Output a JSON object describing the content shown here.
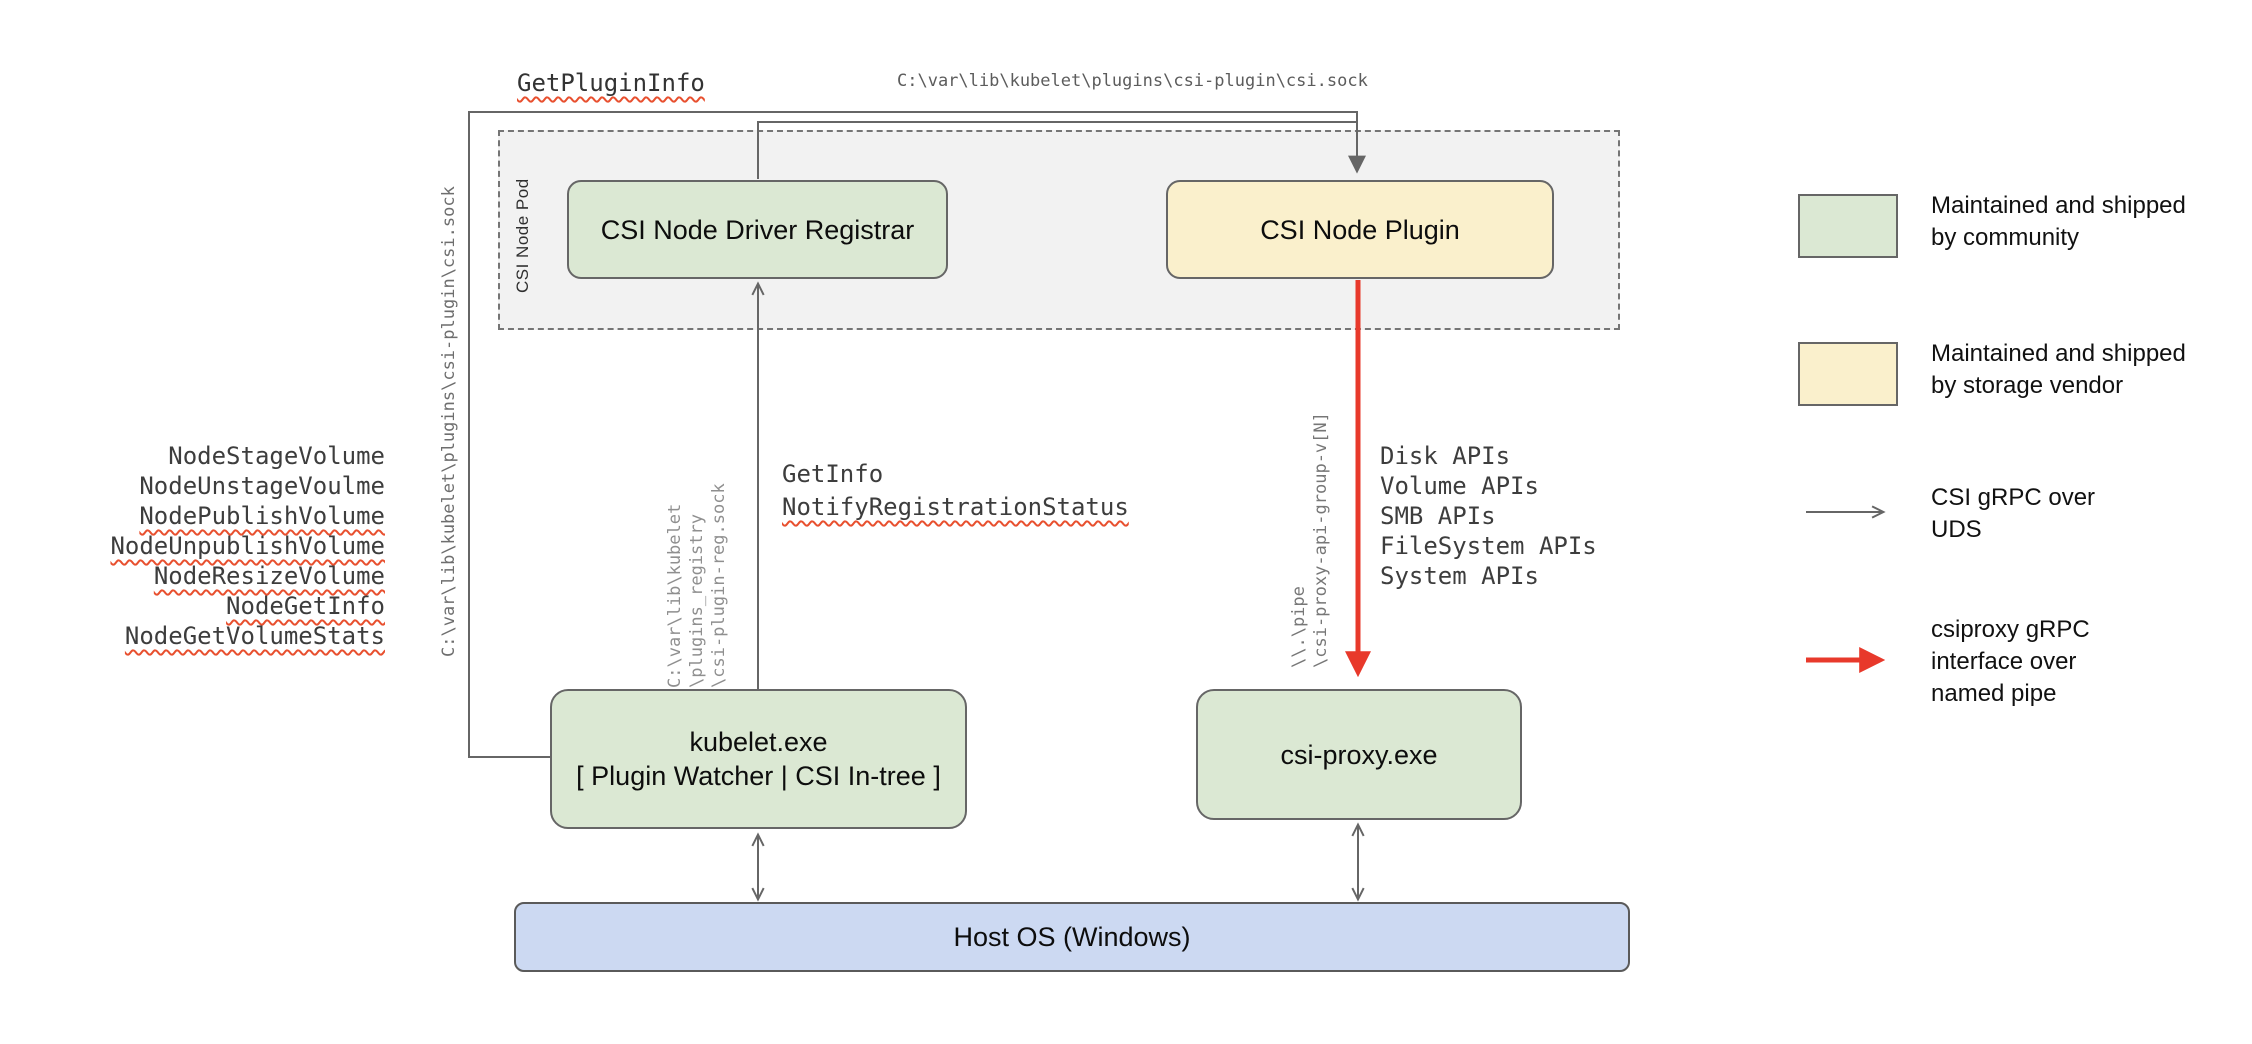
{
  "colors": {
    "community_green": "#dbe8d3",
    "vendor_yellow": "#faf0cc",
    "host_blue": "#ccd9f2",
    "pod_background": "#f2f2f2",
    "wire_gray": "#666666",
    "pipe_red": "#e8392b",
    "spellcheck_red": "#e8502f"
  },
  "pod": {
    "label": "CSI Node Pod"
  },
  "components": {
    "registrar": {
      "label": "CSI Node Driver Registrar"
    },
    "plugin": {
      "label": "CSI Node Plugin"
    },
    "kubelet": {
      "title": "kubelet.exe",
      "subtitle": "[ Plugin Watcher | CSI In-tree ]"
    },
    "csiproxy": {
      "label": "csi-proxy.exe"
    },
    "hostos": {
      "label": "Host OS (Windows)"
    }
  },
  "labels": {
    "get_plugin_info": {
      "text": "GetPluginInfo",
      "misspelled": true
    },
    "csi_sock_top": "C:\\var\\lib\\kubelet\\plugins\\csi-plugin\\csi.sock",
    "csi_sock_left": "C:\\var\\lib\\kubelet\\plugins\\csi-plugin\\csi.sock",
    "node_calls": [
      {
        "text": "NodeStageVolume",
        "misspelled": false
      },
      {
        "text": "NodeUnstageVoulme",
        "misspelled": false
      },
      {
        "text": "NodePublishVolume",
        "misspelled": true
      },
      {
        "text": "NodeUnpublishVolume",
        "misspelled": true
      },
      {
        "text": "NodeResizeVolume",
        "misspelled": true
      },
      {
        "text": "NodeGetInfo",
        "misspelled": true
      },
      {
        "text": "NodeGetVolumeStats",
        "misspelled": true
      }
    ],
    "registration_sock": "C:\\var\\lib\\kubelet\n\\plugins_registry\n\\csi-plugin-reg.sock",
    "get_info": {
      "text": "GetInfo",
      "misspelled": false
    },
    "notify_registration_status": {
      "text": "NotifyRegistrationStatus",
      "misspelled": true
    },
    "named_pipe": "\\\\.\\pipe\n\\csi-proxy-api-group-v[N]",
    "proxy_apis": [
      "Disk APIs",
      "Volume APIs",
      "SMB APIs",
      "FileSystem APIs",
      "System APIs"
    ]
  },
  "legend": {
    "community": "Maintained and shipped\nby community",
    "vendor": "Maintained and shipped\nby storage vendor",
    "uds": "CSI gRPC over\nUDS",
    "pipe": "csiproxy gRPC\ninterface over\nnamed pipe"
  }
}
